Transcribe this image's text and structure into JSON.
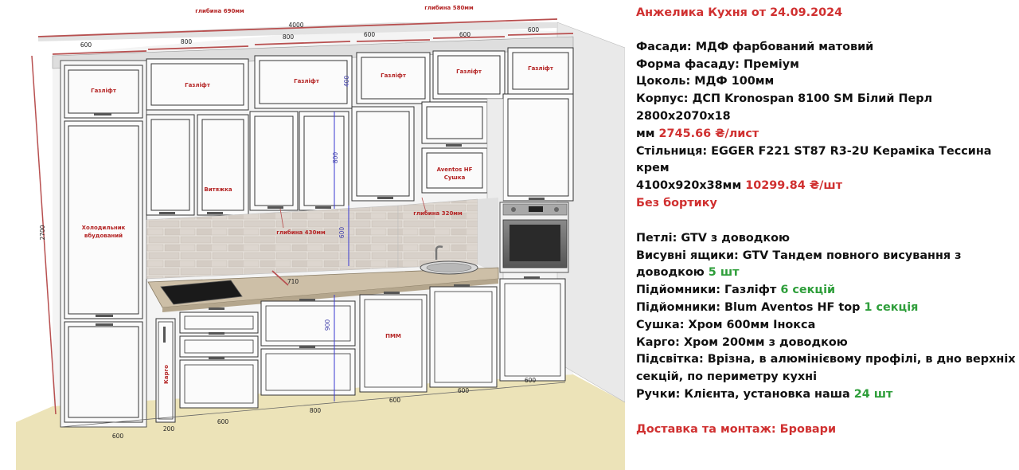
{
  "labels": {
    "gazlift": "Газліфт",
    "vytiazhka": "Витяжка",
    "fridge_line1": "Холодильник",
    "fridge_line2": "вбудований",
    "aventos_line1": "Aventos HF",
    "aventos_line2": "Сушка",
    "pmm": "ПММ",
    "cargo": "Карго",
    "depth_690": "глибина 690мм",
    "depth_580": "глибина 580мм",
    "depth_430": "глибина 430мм",
    "depth_320": "глибина 320мм"
  },
  "dimensions": {
    "total_width": "4000",
    "height_total": "2700",
    "top_600_a": "600",
    "top_800_a": "800",
    "top_800_b": "800",
    "top_600_b": "600",
    "top_600_c": "600",
    "top_600_d": "600",
    "h_400": "400",
    "h_800": "800",
    "h_600": "600",
    "h_900": "900",
    "counter_710": "710",
    "bot_600_a": "600",
    "bot_200": "200",
    "bot_600_b": "600",
    "bot_800": "800",
    "bot_600_c": "600",
    "bot_600_d": "600",
    "bot_600_e": "600"
  },
  "spec": {
    "title": "Анжелика Кухня от 24.09.2024",
    "fasady": "Фасади: МДФ фарбований матовий",
    "forma": "Форма фасаду: Преміум",
    "tsokol": "Цоколь: МДФ 100мм",
    "korpus_line1": "Корпус: ДСП Kronospan 8100 SM Білий Перл 2800x2070x18",
    "korpus_line2_prefix": "мм",
    "korpus_price": "2745.66 ₴/лист",
    "stilnytsia_line1": "Стільниця: EGGER F221 ST87 R3-2U Кераміка Тессина крем",
    "stilnytsia_line2_prefix": "4100x920x38мм",
    "stilnytsia_price": "10299.84 ₴/шт",
    "bez_bortyku": "Без бортику",
    "petli": "Петлі: GTV з доводкою",
    "yashchyky_line1": "Висувні ящики: GTV Тандем повного висування з",
    "yashchyky_line2_prefix": "доводкою",
    "yashchyky_count": "5 шт",
    "pidiomnyky1_prefix": "Підйомники: Газліфт",
    "pidiomnyky1_count": "6 секцій",
    "pidiomnyky2_prefix": "Підйомники: Blum Aventos HF top",
    "pidiomnyky2_count": "1 секція",
    "sushka": "Сушка: Хром 600мм Інокса",
    "kargo": "Карго: Хром 200мм з доводкою",
    "pidsvitka_line1": "Підсвітка: Врізна, в алюмінієвому профілі, в дно верхніх",
    "pidsvitka_line2": "секцій, по периметру кухні",
    "ruchky_prefix": "Ручки: Клієнта, установка наша",
    "ruchky_count": "24 шт",
    "delivery": "Доставка та монтаж: Бровари"
  },
  "colors": {
    "accent_red": "#d03030",
    "accent_green": "#2e9e3a",
    "floor": "#ece3b8",
    "wall": "#f3f3f3",
    "countertop": "#cdbfa7",
    "tile": "#ded8d2"
  }
}
